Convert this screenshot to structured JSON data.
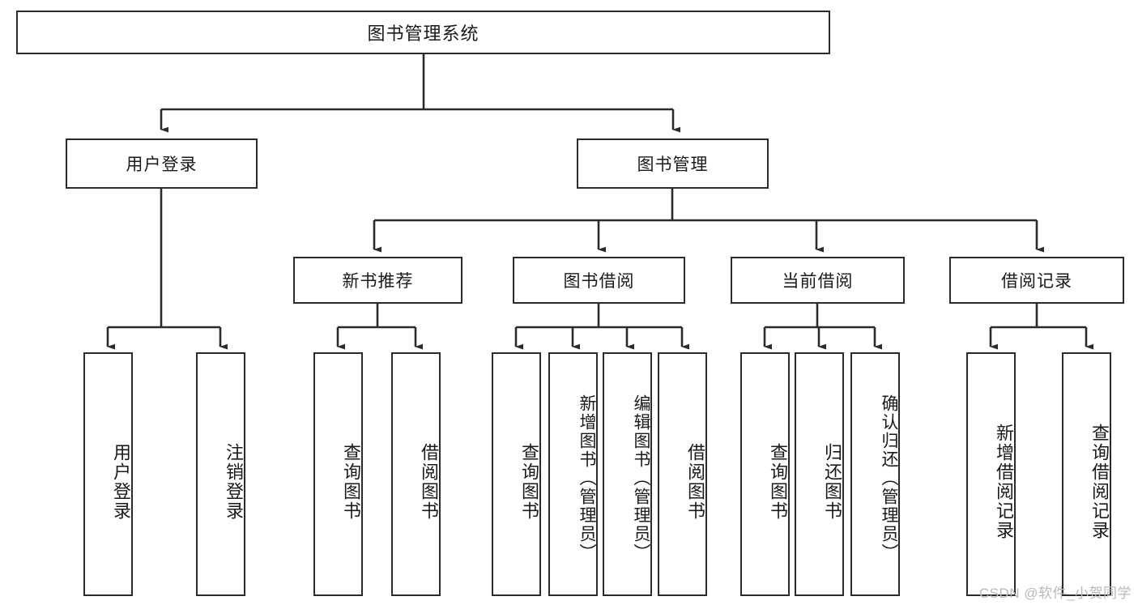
{
  "diagram": {
    "title": "图书管理系统",
    "type": "hierarchy-tree",
    "root": {
      "label": "图书管理系统"
    },
    "level2": [
      {
        "id": "user-login",
        "label": "用户登录"
      },
      {
        "id": "book-manage",
        "label": "图书管理"
      }
    ],
    "level3": [
      {
        "id": "new-book-rec",
        "label": "新书推荐"
      },
      {
        "id": "book-borrow",
        "label": "图书借阅"
      },
      {
        "id": "current-borrow",
        "label": "当前借阅"
      },
      {
        "id": "borrow-record",
        "label": "借阅记录"
      }
    ],
    "leaves": [
      {
        "id": "leaf-user-login",
        "label": "用户登录"
      },
      {
        "id": "leaf-logout",
        "label": "注销登录"
      },
      {
        "id": "leaf-query-book-1",
        "label": "查询图书"
      },
      {
        "id": "leaf-borrow-book-1",
        "label": "借阅图书"
      },
      {
        "id": "leaf-query-book-2",
        "label": "查询图书"
      },
      {
        "id": "leaf-add-book",
        "label": "新增图书（管理员）"
      },
      {
        "id": "leaf-edit-book",
        "label": "编辑图书（管理员）"
      },
      {
        "id": "leaf-borrow-book-2",
        "label": "借阅图书"
      },
      {
        "id": "leaf-query-book-3",
        "label": "查询图书"
      },
      {
        "id": "leaf-return-book",
        "label": "归还图书"
      },
      {
        "id": "leaf-confirm-return",
        "label": "确认归还（管理员）"
      },
      {
        "id": "leaf-add-record",
        "label": "新增借阅记录"
      },
      {
        "id": "leaf-query-record",
        "label": "查询借阅记录"
      }
    ],
    "colors": {
      "stroke": "#2b2b2b",
      "fill": "#ffffff",
      "text": "#1a1a1a",
      "watermark": "#b9b9b9"
    }
  },
  "watermark": {
    "text": "CSDN @软件_小贺同学"
  }
}
